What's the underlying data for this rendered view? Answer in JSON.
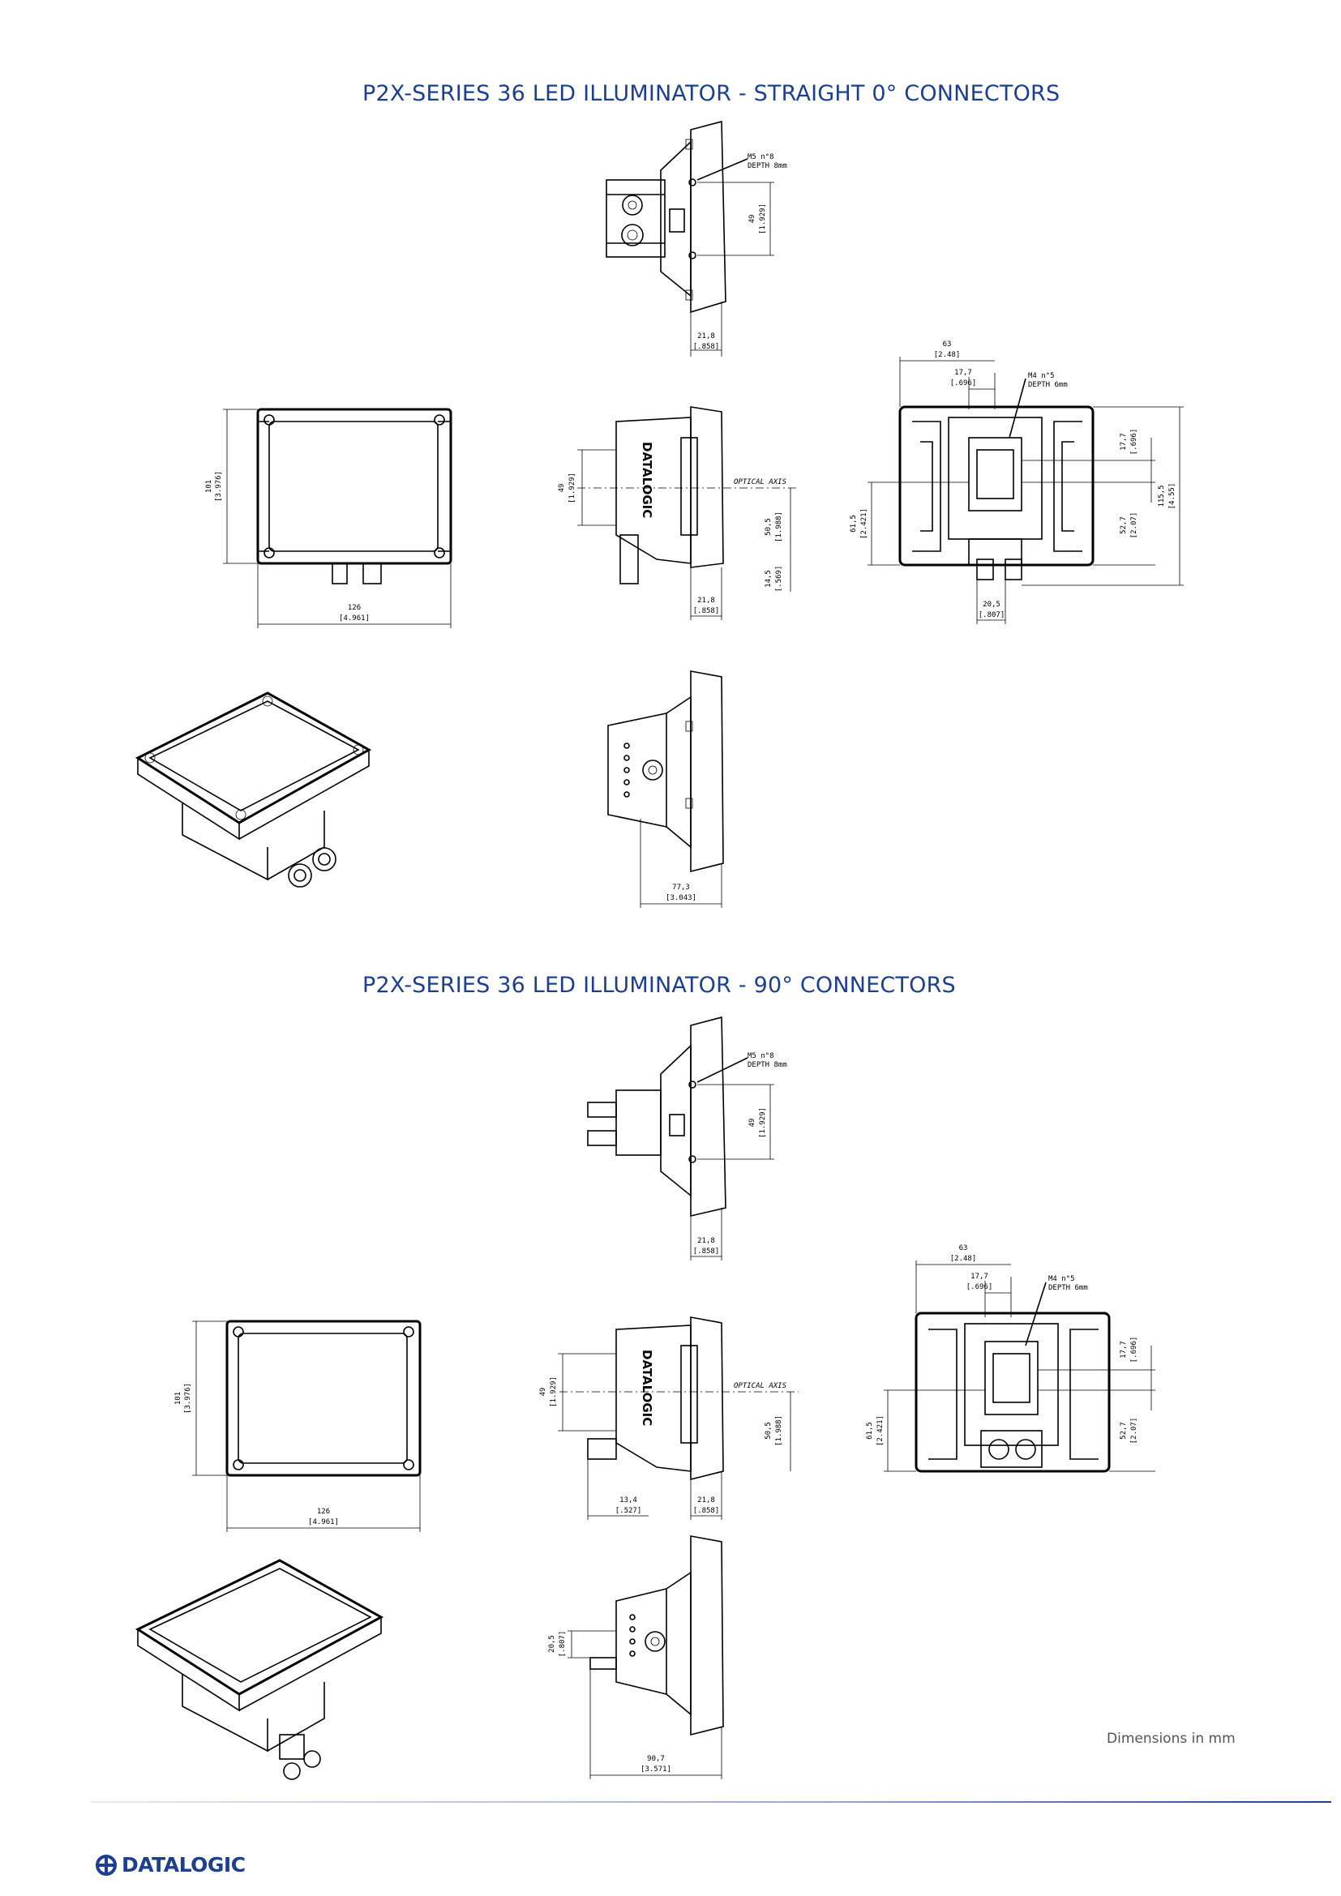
{
  "sections": [
    {
      "title": "P2X-SERIES 36 LED ILLUMINATOR -  STRAIGHT  0° CONNECTORS",
      "labels": {
        "top_note_1": "M5 n°8",
        "top_note_2": "DEPTH 8mm",
        "top_h": "49",
        "top_h_in": "[1.929]",
        "top_w": "21,8",
        "top_w_in": "[.858]",
        "front_h": "101",
        "front_h_in": "[3.976]",
        "front_w": "126",
        "front_w_in": "[4.961]",
        "side_brand": "DATALOGIC",
        "side_axis": "OPTICAL AXIS",
        "side_h": "49",
        "side_h_in": "[1.929]",
        "side_h2": "50,5",
        "side_h2_in": "[1.988]",
        "side_h3": "14,5",
        "side_h3_in": "[.569]",
        "side_w": "21,8",
        "side_w_in": "[.858]",
        "back_w": "63",
        "back_w_in": "[2.48]",
        "back_w2": "17,7",
        "back_w2_in": "[.696]",
        "back_note_1": "M4 n°5",
        "back_note_2": "DEPTH 6mm",
        "back_h1": "61,5",
        "back_h1_in": "[2.421]",
        "back_r1": "17,7",
        "back_r1_in": "[.696]",
        "back_r2": "52,7",
        "back_r2_in": "[2.07]",
        "back_r3": "115,5",
        "back_r3_in": "[4.55]",
        "back_bw": "20,5",
        "back_bw_in": "[.807]",
        "bottom_w": "77,3",
        "bottom_w_in": "[3.043]"
      }
    },
    {
      "title": "P2X-SERIES 36 LED ILLUMINATOR - 90° CONNECTORS",
      "labels": {
        "top_note_1": "M5 n°8",
        "top_note_2": "DEPTH 8mm",
        "top_h": "49",
        "top_h_in": "[1.929]",
        "top_w": "21,8",
        "top_w_in": "[.858]",
        "front_h": "101",
        "front_h_in": "[3.976]",
        "front_w": "126",
        "front_w_in": "[4.961]",
        "side_brand": "DATALOGIC",
        "side_axis": "OPTICAL AXIS",
        "side_h": "49",
        "side_h_in": "[1.929]",
        "side_h2": "50,5",
        "side_h2_in": "[1.988]",
        "side_w1": "13,4",
        "side_w1_in": "[.527]",
        "side_w": "21,8",
        "side_w_in": "[.858]",
        "back_w": "63",
        "back_w_in": "[2.48]",
        "back_w2": "17,7",
        "back_w2_in": "[.696]",
        "back_note_1": "M4 n°5",
        "back_note_2": "DEPTH 6mm",
        "back_h1": "61,5",
        "back_h1_in": "[2.421]",
        "back_r1": "17,7",
        "back_r1_in": "[.696]",
        "back_r2": "52,7",
        "back_r2_in": "[2.07]",
        "bottom_h": "20,5",
        "bottom_h_in": "[.807]",
        "bottom_w": "90,7",
        "bottom_w_in": "[3.571]"
      }
    }
  ],
  "dimensions_note": "Dimensions in mm",
  "footer": {
    "logo_text": "DATALOGIC",
    "brand_color": "#1d3f8f"
  }
}
